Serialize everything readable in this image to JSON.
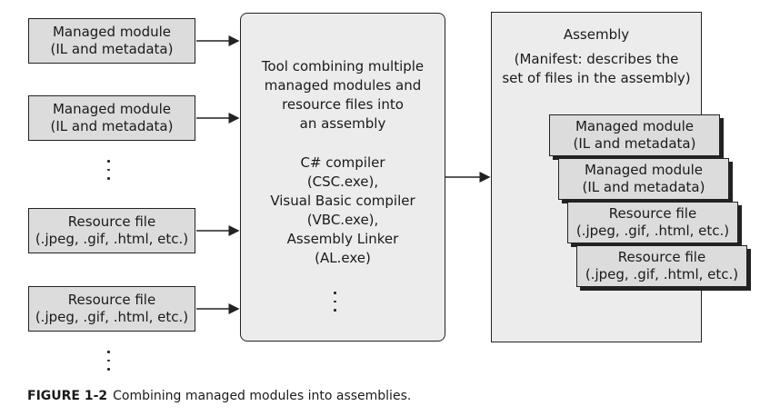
{
  "left_inputs": [
    {
      "line1": "Managed module",
      "line2": "(IL and metadata)"
    },
    {
      "line1": "Managed module",
      "line2": "(IL and metadata)"
    },
    {
      "line1": "Resource file",
      "line2": "(.jpeg, .gif, .html, etc.)"
    },
    {
      "line1": "Resource file",
      "line2": "(.jpeg, .gif, .html, etc.)"
    }
  ],
  "tool": {
    "description": [
      "Tool combining multiple",
      "managed modules and",
      "resource files into",
      "an assembly"
    ],
    "tools": [
      "C# compiler",
      "(CSC.exe),",
      "Visual Basic compiler",
      "(VBC.exe),",
      "Assembly Linker",
      "(AL.exe)"
    ]
  },
  "assembly": {
    "title": "Assembly",
    "manifest": [
      "(Manifest: describes the",
      "set of files in the assembly)"
    ],
    "items": [
      {
        "line1": "Managed module",
        "line2": "(IL and metadata)"
      },
      {
        "line1": "Managed module",
        "line2": "(IL and metadata)"
      },
      {
        "line1": "Resource file",
        "line2": "(.jpeg, .gif, .html, etc.)"
      },
      {
        "line1": "Resource file",
        "line2": "(.jpeg, .gif, .html, etc.)"
      }
    ]
  },
  "caption": {
    "label": "FIGURE 1-2",
    "text": "Combining managed modules into assemblies."
  }
}
